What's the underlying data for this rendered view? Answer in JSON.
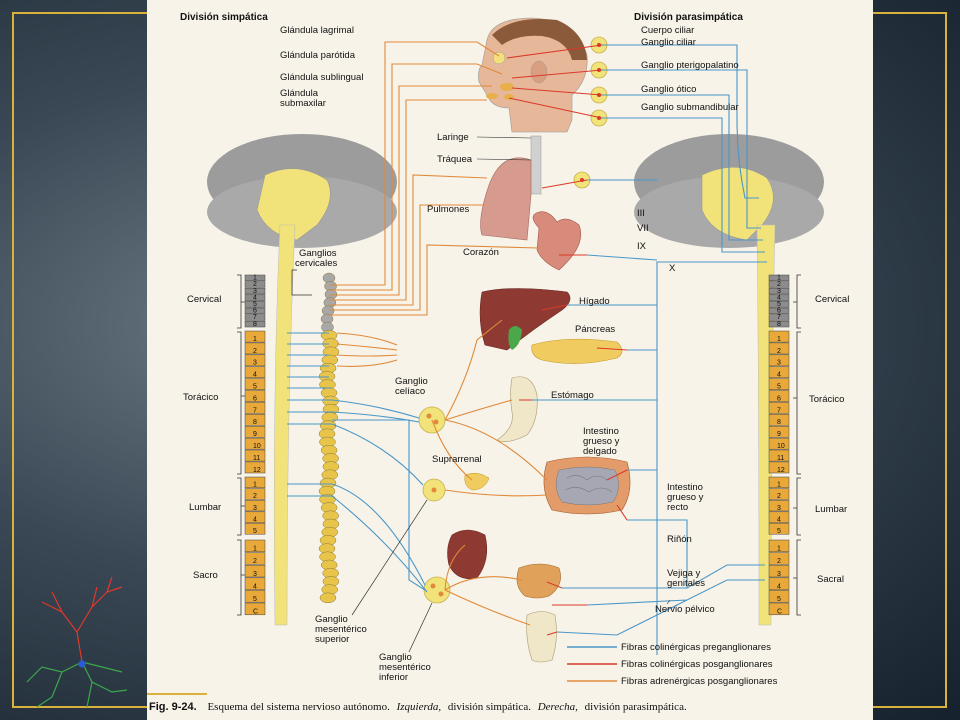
{
  "figure": {
    "title_left": "División simpática",
    "title_right": "División parasimpática",
    "caption_number": "Fig. 9-24.",
    "caption_lead": "Esquema del sistema nervioso autónomo.",
    "caption_left_word": "Izquierda,",
    "caption_left_text": "división simpática.",
    "caption_right_word": "Derecha,",
    "caption_right_text": "división parasimpática."
  },
  "left_labels": {
    "glandula_lagrimal": "Glándula lagrimal",
    "glandula_parotida": "Glándula parótida",
    "glandula_sublingual": "Glándula sublingual",
    "glandula_submaxilar_1": "Glándula",
    "glandula_submaxilar_2": "submaxilar",
    "ganglios_cervicales_1": "Ganglios",
    "ganglios_cervicales_2": "cervicales",
    "cervical": "Cervical",
    "toracico": "Torácico",
    "lumbar": "Lumbar",
    "sacro": "Sacro",
    "ganglio_celiaco_1": "Ganglio",
    "ganglio_celiaco_2": "celíaco",
    "suprarrenal": "Suprarrenal",
    "mesenterico_sup_1": "Ganglio",
    "mesenterico_sup_2": "mesentérico",
    "mesenterico_sup_3": "superior",
    "mesenterico_inf_1": "Ganglio",
    "mesenterico_inf_2": "mesentérico",
    "mesenterico_inf_3": "inferior"
  },
  "organ_labels": {
    "laringe": "Laringe",
    "traquea": "Tráquea",
    "pulmones": "Pulmones",
    "corazon": "Corazón",
    "higado": "Hígado",
    "pancreas": "Páncreas",
    "estomago": "Estómago",
    "intestino_1": "Intestino",
    "intestino_2": "grueso y",
    "intestino_3": "delgado",
    "recto_1": "Intestino",
    "recto_2": "grueso y",
    "recto_3": "recto",
    "rinon": "Riñón",
    "vejiga_1": "Vejiga y",
    "vejiga_2": "genitales",
    "nervio_pelvico": "Nervio pélvico"
  },
  "right_labels": {
    "cuerpo_ciliar": "Cuerpo ciliar",
    "ganglio_ciliar": "Ganglio ciliar",
    "ganglio_pterigopalatino": "Ganglio pterigopalatino",
    "ganglio_otico": "Ganglio ótico",
    "ganglio_submandibular": "Ganglio submandibular",
    "nerve_iii": "III",
    "nerve_vii": "VII",
    "nerve_ix": "IX",
    "nerve_x": "X",
    "cervical": "Cervical",
    "toracico": "Torácico",
    "lumbar": "Lumbar",
    "sacral": "Sacral"
  },
  "spine_numbers": {
    "cervical": [
      "1",
      "2",
      "3",
      "4",
      "5",
      "6",
      "7",
      "8"
    ],
    "thoracic": [
      "1",
      "2",
      "3",
      "4",
      "5",
      "6",
      "7",
      "8",
      "9",
      "10",
      "11",
      "12"
    ],
    "lumbar": [
      "1",
      "2",
      "3",
      "4",
      "5"
    ],
    "sacral": [
      "1",
      "2",
      "3",
      "4",
      "5",
      "C"
    ]
  },
  "legend": [
    {
      "label": "Fibras colinérgicas preganglionares",
      "color": "#4a97c9"
    },
    {
      "label": "Fibras colinérgicas posganglionares",
      "color": "#d93a2a"
    },
    {
      "label": "Fibras adrenérgicas posganglionares",
      "color": "#e08a3a"
    }
  ],
  "colors": {
    "preganglionic": "#4a97c9",
    "cholinergic_post": "#d93a2a",
    "adrenergic_post": "#e08a3a",
    "brain": "#9c9c9c",
    "spinal_cord": "#f2e27a",
    "vertebra_cervical": "#8c8c8c",
    "vertebra_thoracic": "#e8a93a",
    "frame": "#d9b13b"
  }
}
